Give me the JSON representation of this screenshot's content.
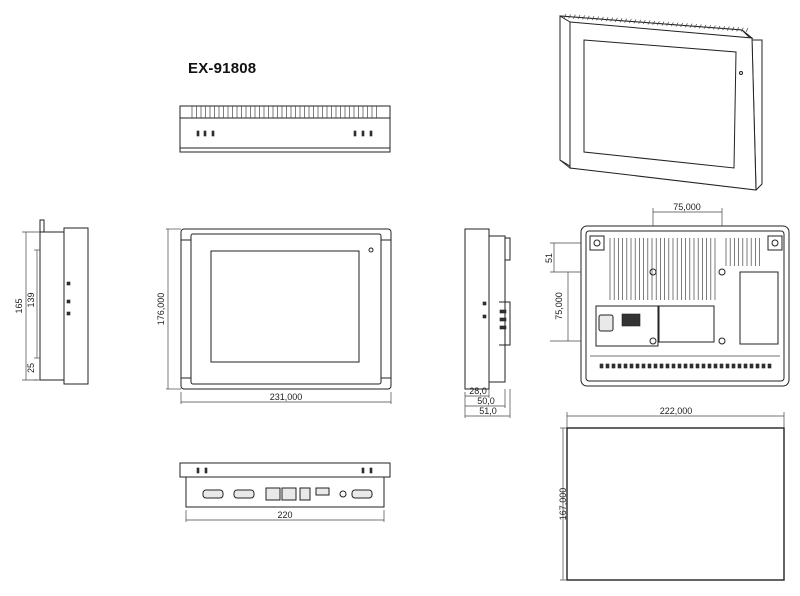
{
  "drawing": {
    "model": "EX-91808",
    "dimensions": {
      "front_width": "231,000",
      "front_height": "176,000",
      "left_total": "165",
      "left_inner": "139",
      "left_bottom": "25",
      "side_depth_inner": "28,0",
      "side_depth_mid": "50,0",
      "side_depth_total": "51,0",
      "rear_top": "75,000",
      "rear_side": "75,000",
      "rear_upper": "51",
      "bottom_width": "220",
      "cutout_width": "222,000",
      "cutout_height": "167,000"
    }
  }
}
